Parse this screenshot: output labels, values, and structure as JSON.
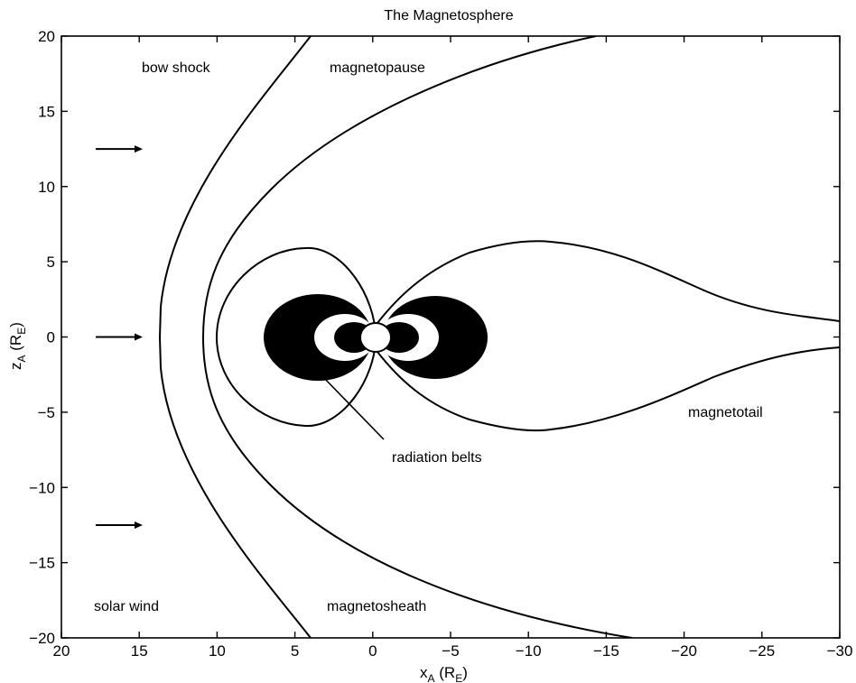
{
  "title": "The Magnetosphere",
  "xaxis": {
    "label_main": "x",
    "label_sub": "A",
    "label_paren": "(R",
    "label_paren_sub": "E",
    "label_close": ")",
    "range": [
      20,
      -30
    ],
    "ticks": [
      20,
      15,
      10,
      5,
      0,
      -5,
      -10,
      -15,
      -20,
      -25,
      -30
    ],
    "tick_labels": [
      "20",
      "15",
      "10",
      "5",
      "0",
      "−5",
      "−10",
      "−15",
      "−20",
      "−25",
      "−30"
    ]
  },
  "yaxis": {
    "label_main": "z",
    "label_sub": "A",
    "label_paren": "(R",
    "label_paren_sub": "E",
    "label_close": ")",
    "range": [
      -20,
      20
    ],
    "ticks": [
      20,
      15,
      10,
      5,
      0,
      -5,
      -10,
      -15,
      -20
    ],
    "tick_labels": [
      "20",
      "15",
      "10",
      "5",
      "0",
      "−5",
      "−10",
      "−15",
      "−20"
    ]
  },
  "labels": {
    "bow_shock": "bow shock",
    "magnetopause": "magnetopause",
    "magnetotail": "magnetotail",
    "radiation_belts": "radiation belts",
    "solar_wind": "solar wind",
    "magnetosheath": "magnetosheath"
  },
  "solar_wind_arrows_z": [
    12.5,
    0,
    -12.5
  ],
  "colors": {
    "ink": "#000000",
    "background": "#ffffff"
  }
}
